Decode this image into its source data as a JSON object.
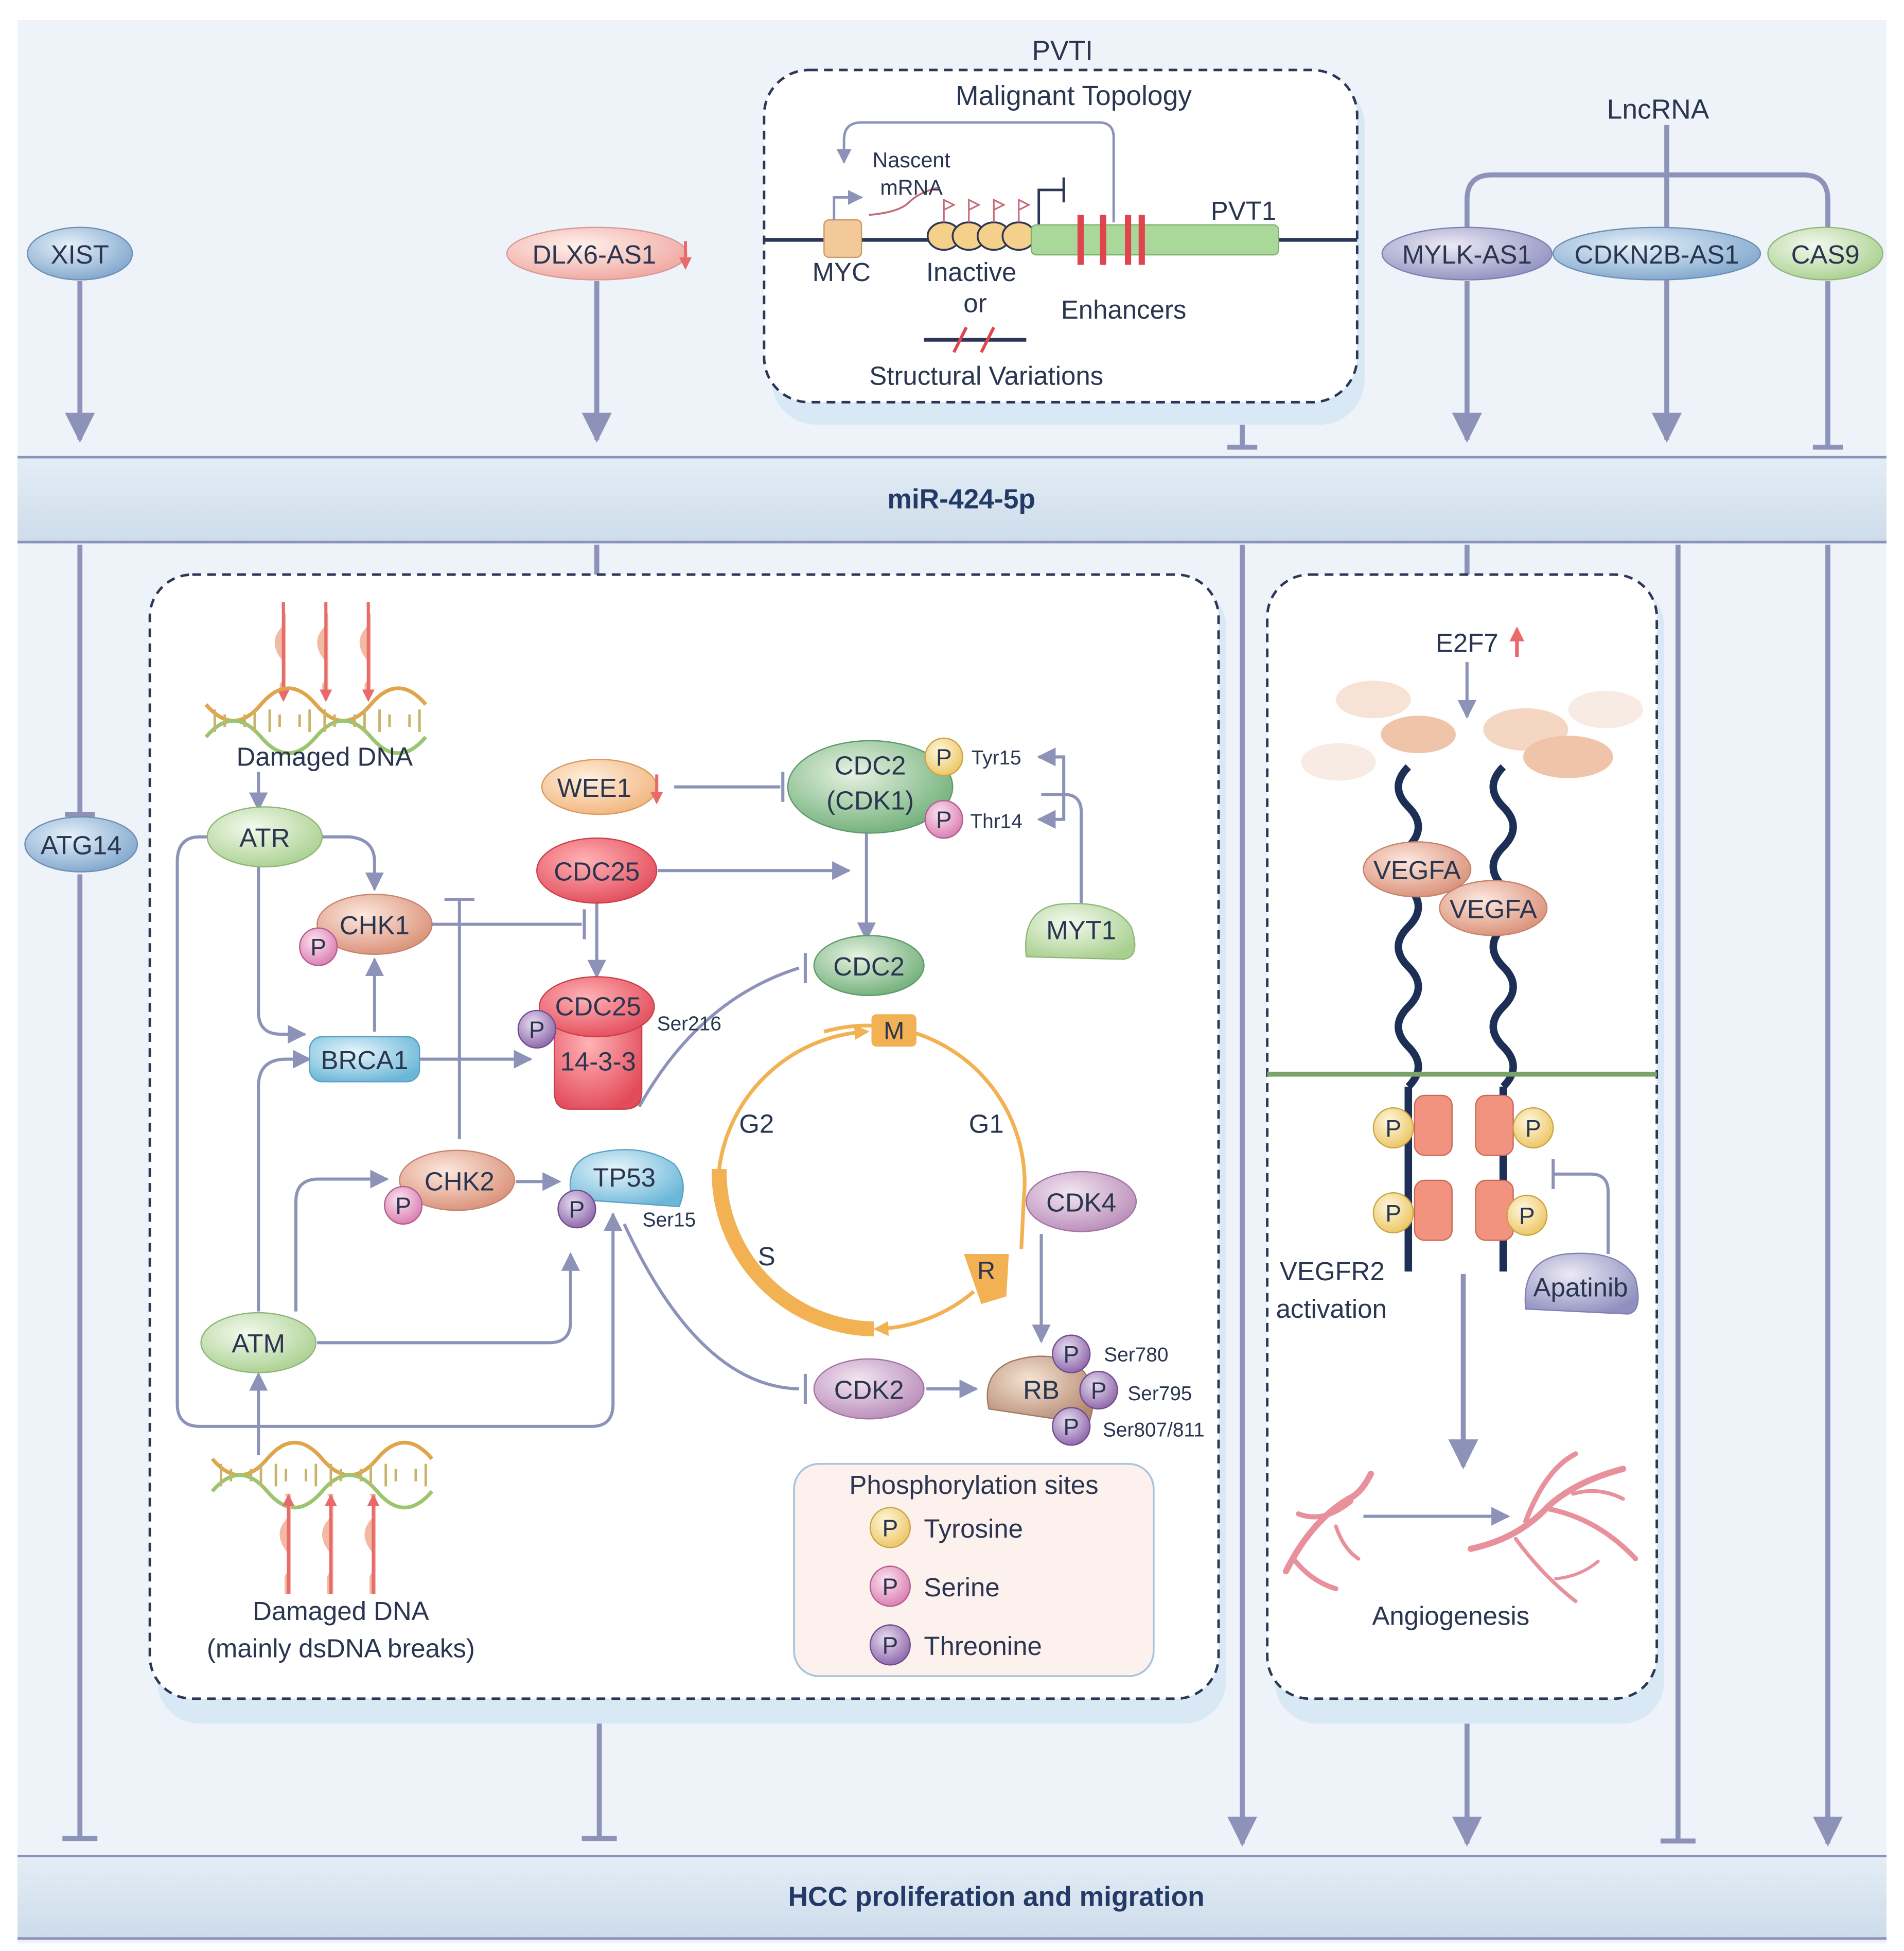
{
  "bars": {
    "mir": "miR-424-5p",
    "hcc": "HCC proliferation and migration"
  },
  "lncrna": {
    "header": "LncRNA",
    "xist": "XIST",
    "dlx6": "DLX6-AS1",
    "mylk": "MYLK-AS1",
    "cdkn2b": "CDKN2B-AS1",
    "cas9": "CAS9",
    "atg14": "ATG14"
  },
  "pvt": {
    "title": "PVTI",
    "subtitle": "Malignant Topology",
    "nascent": "Nascent",
    "mrna": "mRNA",
    "myc": "MYC",
    "pvt1": "PVT1",
    "inactive": "Inactive",
    "or": "or",
    "enhancers": "Enhancers",
    "structural": "Structural Variations"
  },
  "cycle": {
    "damaged_top": "Damaged DNA",
    "damaged_bottom_1": "Damaged DNA",
    "damaged_bottom_2": "(mainly dsDNA breaks)",
    "atr": "ATR",
    "chk1": "CHK1",
    "brca1": "BRCA1",
    "chk2": "CHK2",
    "atm": "ATM",
    "tp53": "TP53",
    "ser15": "Ser15",
    "wee1": "WEE1",
    "cdc25_a": "CDC25",
    "cdc25_b": "CDC25",
    "cdc25_1433": "14-3-3",
    "ser216": "Ser216",
    "cdc2_a": "CDC2",
    "cdk1": "(CDK1)",
    "tyr15": "Tyr15",
    "thr14": "Thr14",
    "myt1": "MYT1",
    "cdc2_b": "CDC2",
    "cdk4": "CDK4",
    "cdk2": "CDK2",
    "rb": "RB",
    "ser780": "Ser780",
    "ser795": "Ser795",
    "ser807": "Ser807/811",
    "phase_m": "M",
    "phase_g1": "G1",
    "phase_g2": "G2",
    "phase_s": "S",
    "phase_r": "R",
    "p": "P"
  },
  "legend": {
    "title": "Phosphorylation sites",
    "tyrosine": "Tyrosine",
    "serine": "Serine",
    "threonine": "Threonine"
  },
  "angio": {
    "e2f7": "E2F7",
    "vegfa_a": "VEGFA",
    "vegfa_b": "VEGFA",
    "vegfr2_1": "VEGFR2",
    "vegfr2_2": "activation",
    "apatinib": "Apatinib",
    "angiogenesis": "Angiogenesis"
  },
  "colors": {
    "bar": "#d8e5f0",
    "panel": "#edf3f9",
    "line": "#8d93b8",
    "dash": "#2c3656",
    "red": "#e0454f",
    "tyrosine": "#f5d98a",
    "serine": "#e69ac6",
    "threonine": "#9d7ab8",
    "cycle": "#f2b153",
    "membrane": "#7aa36a"
  }
}
